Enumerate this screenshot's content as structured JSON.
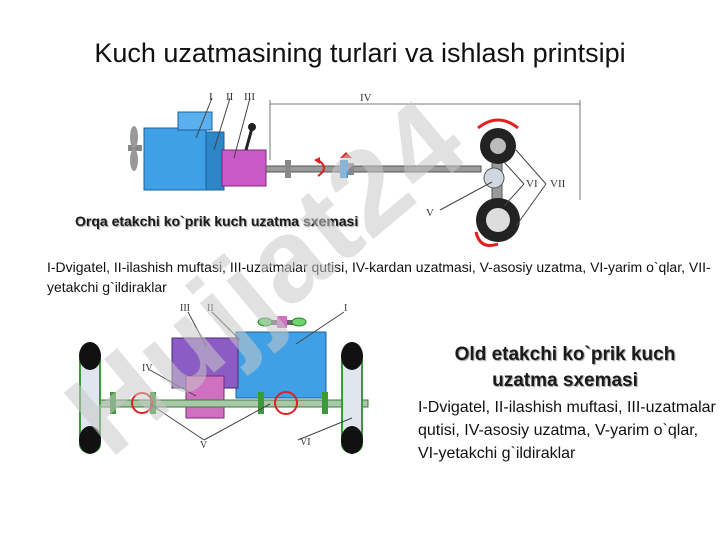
{
  "slide": {
    "title": "Kuch uzatmasining turlari va ishlash printsipi",
    "rear_caption": "Orqa etakchi ko`prik kuch uzatma sxemasi",
    "rear_legend": "I-Dvigatel, II-ilashish muftasi,  III-uzatmalar qutisi,    IV-kardan uzatmasi, V-asosiy uzatma, VI-yarim o`qlar, VII-yetakchi g`ildiraklar",
    "front_title": "Old etakchi ko`prik kuch uzatma sxemasi",
    "front_legend": "I-Dvigatel, II-ilashish muftasi,  III-uzatmalar qutisi,    IV-asosiy uzatma, V-yarim o`qlar, VI-yetakchi g`ildiraklar"
  },
  "rear_diagram": {
    "l1": "I",
    "l2": "II",
    "l3": "III",
    "l4": "IV",
    "l5": "V",
    "l6": "VI",
    "l7": "VII"
  },
  "front_diagram": {
    "l1": "III",
    "l2": "II",
    "l3": "I",
    "l4": "IV",
    "l5": "V",
    "l6": "VI"
  },
  "watermark": {
    "text": "Hujjat24"
  },
  "colors": {
    "engine": "#3fa0e6",
    "gearbox": "#c85ac8",
    "purple_block": "#8a5cc4",
    "pink_block": "#d070c0",
    "arrow": "#e02020",
    "axle_green": "#3a9a3a",
    "watermark": "#c8c8c8"
  }
}
